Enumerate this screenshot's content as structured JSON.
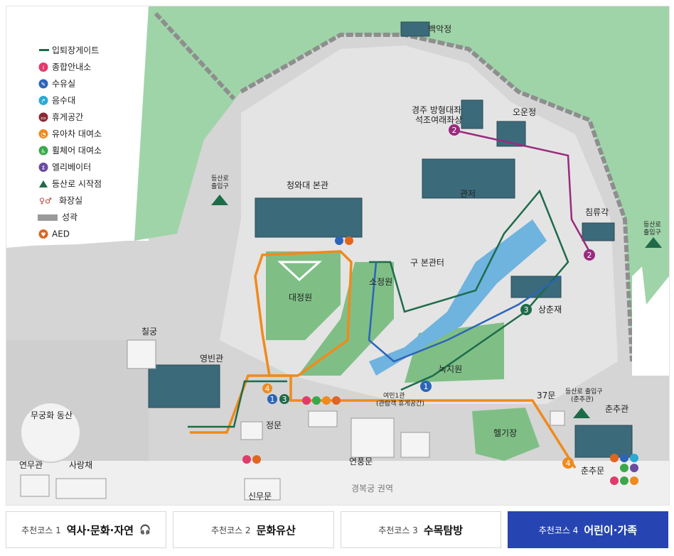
{
  "legend": [
    {
      "icon": "gate-line-icon",
      "label": "입퇴장게이트"
    },
    {
      "icon": "info-icon",
      "label": "종합안내소",
      "color": "#e23a6a",
      "glyph": "i"
    },
    {
      "icon": "lost-found-icon",
      "label": "수유실",
      "color": "#2c64b8",
      "glyph": "✎"
    },
    {
      "icon": "water-fountain-icon",
      "label": "음수대",
      "color": "#2aa9d6",
      "glyph": "↱"
    },
    {
      "icon": "rest-area-icon",
      "label": "휴게공간",
      "color": "#8a2a36",
      "glyph": "▭"
    },
    {
      "icon": "stroller-rental-icon",
      "label": "유아차 대여소",
      "color": "#f08a1c",
      "glyph": "◔"
    },
    {
      "icon": "wheelchair-rental-icon",
      "label": "휠체어 대여소",
      "color": "#3aa84a",
      "glyph": "♿"
    },
    {
      "icon": "elevator-icon",
      "label": "엘리베이터",
      "color": "#6b4aa0",
      "glyph": "⇕"
    },
    {
      "icon": "trail-start-icon",
      "label": "등산로 시작점"
    },
    {
      "icon": "restroom-icon",
      "label": "화장실"
    },
    {
      "icon": "fortress-wall-icon",
      "label": "성곽"
    },
    {
      "icon": "aed-icon",
      "label": "AED",
      "color": "#e0651e",
      "glyph": "♥"
    }
  ],
  "places": {
    "baegakjeong": "백악정",
    "statue": "경주 방형대좌\n석조여래좌상",
    "oundjeong": "오운정",
    "gwanjeo": "관저",
    "chimnyugak": "침류각",
    "main_hall": "청와대 본관",
    "daejeongwon": "대정원",
    "sojeongwon": "소정원",
    "old_main_hall": "구 본관터",
    "sangchunjae": "상춘재",
    "nokjiwon": "녹지원",
    "chilgung": "칠궁",
    "yeongbingwan": "영빈관",
    "mugunghwa": "무궁화 동산",
    "jeongmun": "정문",
    "sinmumun": "신무문",
    "yeonpungmun": "연풍문",
    "hyoja1": "여민1관",
    "hyoja1_sub": "(관람객 휴게공간)",
    "gate37": "37문",
    "heliport": "헬기장",
    "chunchugwan": "춘추관",
    "chunchumun": "춘추문",
    "trail_entry_left": "등산로\n출입구",
    "trail_entry_right": "등산로\n출입구",
    "trail_entry_chunchu": "등산로 출입구\n(춘추관)",
    "yeonmugwan": "연무관",
    "sarangchae": "사랑채",
    "gyeongbokgung": "경복궁 권역"
  },
  "route_markers": [
    "1",
    "2",
    "3",
    "4"
  ],
  "colors": {
    "course1": "#2c64b8",
    "course2": "#9a2a7e",
    "course3": "#1e6b4a",
    "course4": "#f08a1c",
    "grass": "#8fcf9c",
    "ground": "#d4d4d4",
    "road": "#ececec",
    "active_tab": "#2645b3"
  },
  "tabs": [
    {
      "prefix": "추천코스 1",
      "name": "역사·문화·자연",
      "icon": "headphones-icon",
      "active": false
    },
    {
      "prefix": "추천코스 2",
      "name": "문화유산",
      "active": false
    },
    {
      "prefix": "추천코스 3",
      "name": "수목탐방",
      "active": false
    },
    {
      "prefix": "추천코스 4",
      "name": "어린이·가족",
      "active": true
    }
  ]
}
